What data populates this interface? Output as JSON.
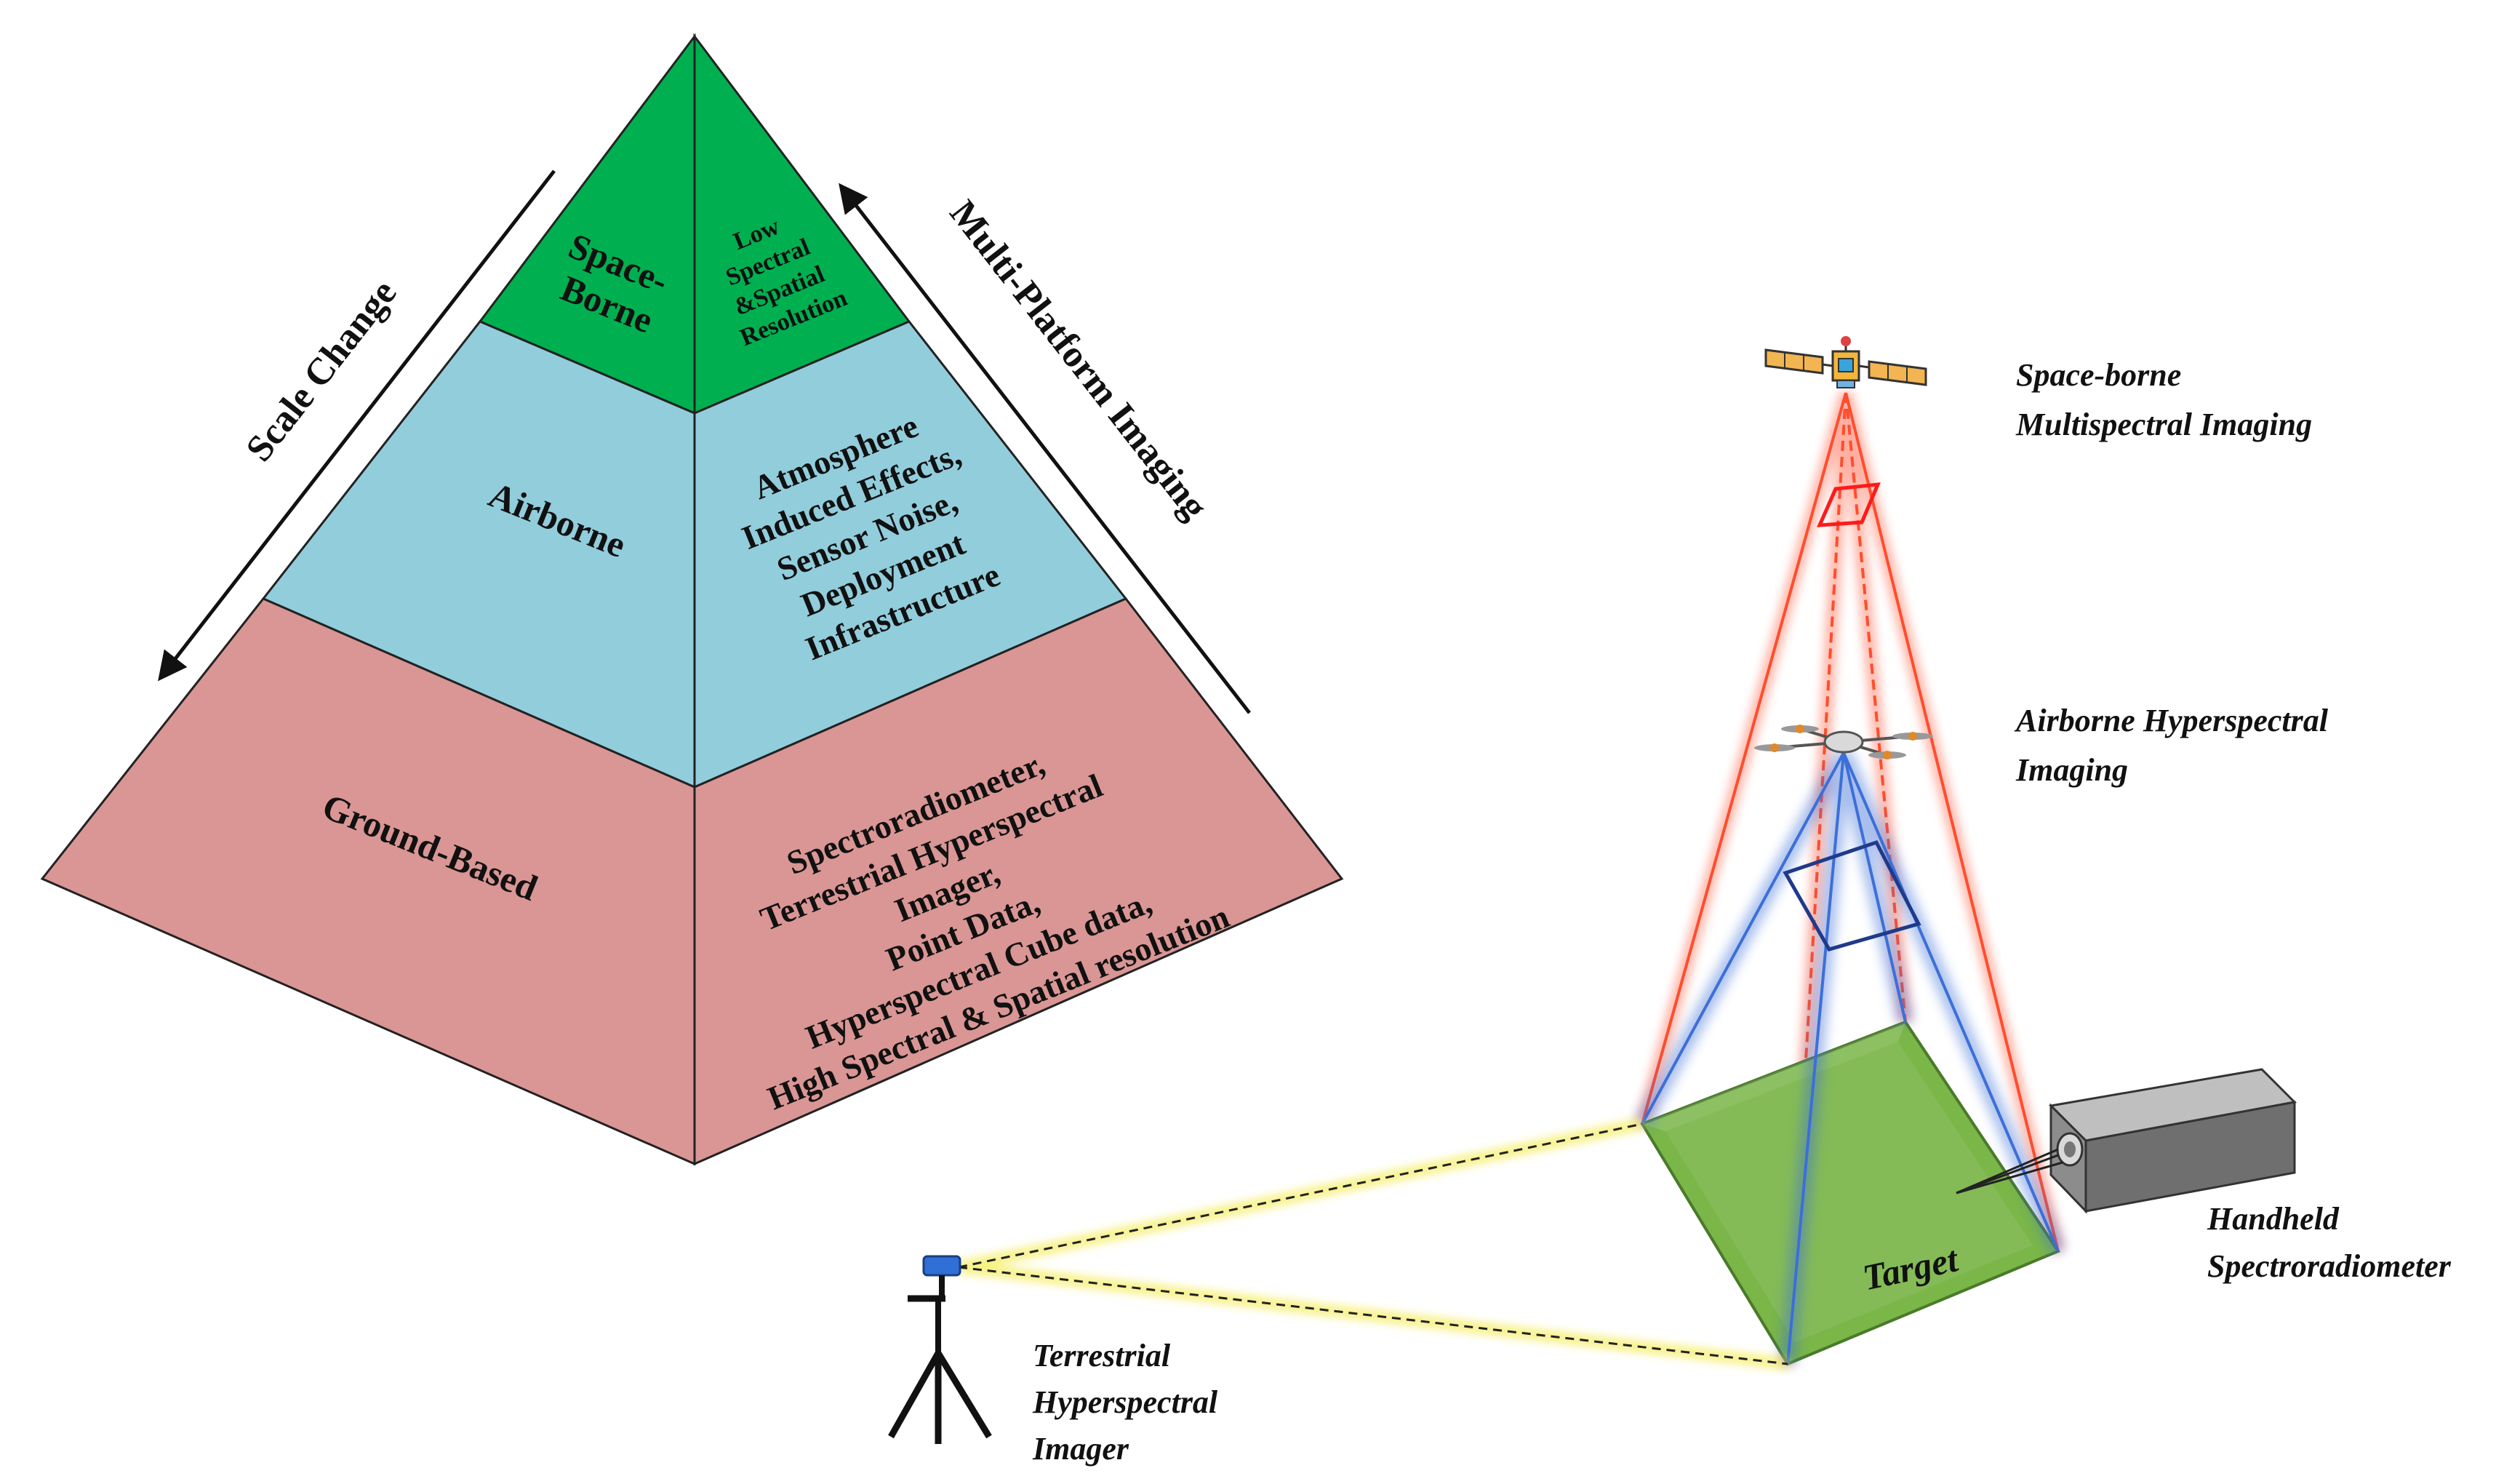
{
  "pyramid": {
    "tiers": [
      {
        "name": "space",
        "label_lines": [
          "Space-",
          "Borne"
        ],
        "desc_lines": [
          "Low",
          "Spectral",
          "&Spatial",
          "Resolution"
        ],
        "color": "#00b050"
      },
      {
        "name": "airborne",
        "label_lines": [
          "Airborne"
        ],
        "desc_lines": [
          "Atmosphere",
          "Induced Effects,",
          "Sensor Noise,",
          "Deployment",
          "Infrastructure"
        ],
        "color": "#92cddc"
      },
      {
        "name": "ground",
        "label_lines": [
          "Ground-Based"
        ],
        "desc_lines": [
          "Spectroradiometer,",
          "Terrestrial Hyperspectral",
          "Imager,",
          "Point Data,",
          "Hyperspectral Cube data,",
          "High Spectral & Spatial resolution"
        ],
        "color": "#d99694"
      }
    ],
    "left_arrow_label": "Scale Change",
    "right_arrow_label": "Multi-Platform Imaging"
  },
  "platforms": {
    "space": {
      "lines": [
        "Space-borne",
        "Multispectral Imaging"
      ]
    },
    "airborne": {
      "lines": [
        "Airborne Hyperspectral",
        "Imaging"
      ]
    },
    "terrestrial": {
      "lines": [
        "Terrestrial",
        "Hyperspectral",
        "Imager"
      ]
    },
    "handheld": {
      "lines": [
        "Handheld",
        "Spectroradiometer"
      ]
    },
    "target": {
      "label": "Target"
    }
  },
  "colors": {
    "space_beam": "#ff4d2e",
    "air_beam": "#3c6fd8",
    "ground_beam": "#f2e830",
    "target_fill": "#7ab648"
  }
}
